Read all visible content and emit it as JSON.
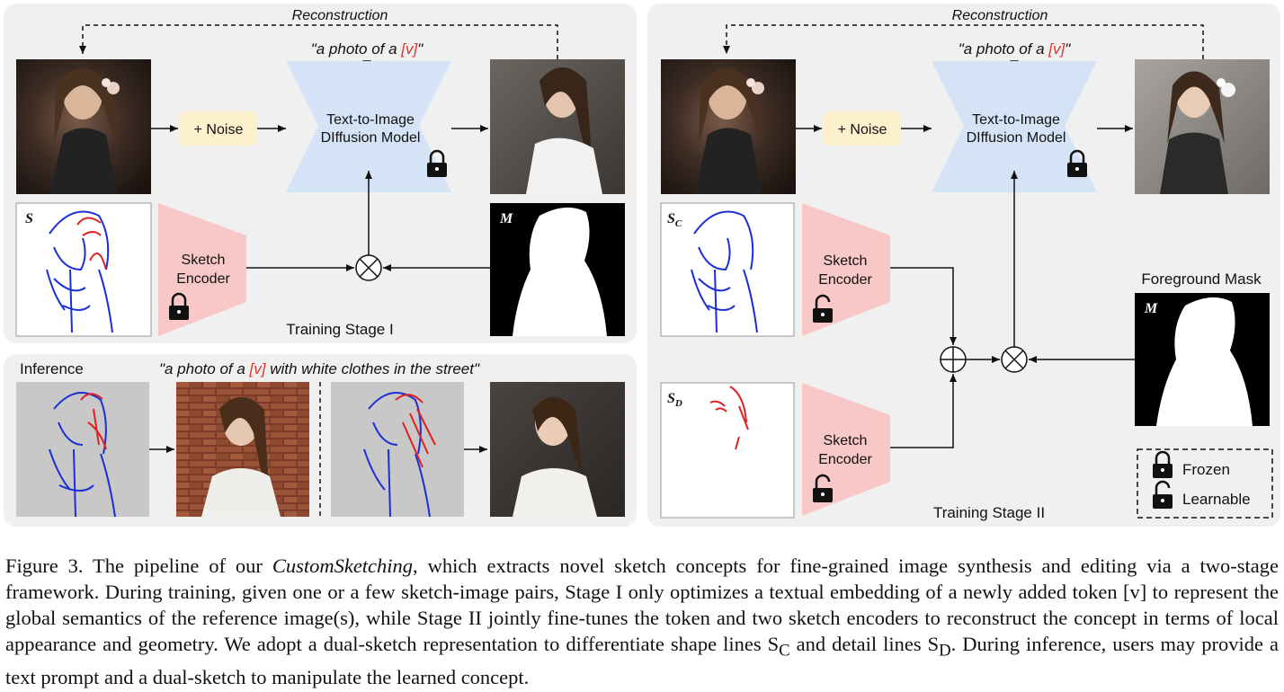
{
  "stage1": {
    "reconstruction": "Reconstruction",
    "prompt_pre": "\"a photo of a ",
    "token": "[v]",
    "prompt_post": "\"",
    "noise": "+ Noise",
    "model_line1": "Text-to-Image",
    "model_line2": "DIffusion Model",
    "encoder_line1": "Sketch",
    "encoder_line2": "Encoder",
    "sketch_label": "S",
    "mask_label": "M",
    "stage_label": "Training Stage I"
  },
  "inference": {
    "label": "Inference",
    "prompt_pre": "\"a photo of a ",
    "token": "[v]",
    "prompt_post": " with white clothes in the street\""
  },
  "stage2": {
    "reconstruction": "Reconstruction",
    "prompt_pre": "\"a photo of a ",
    "token": "[v]",
    "prompt_post": "\"",
    "noise": "+ Noise",
    "model_line1": "Text-to-Image",
    "model_line2": "DIffusion Model",
    "encoder_line1": "Sketch",
    "encoder_line2": "Encoder",
    "sc_label": "S",
    "sc_sub": "C",
    "sd_label": "S",
    "sd_sub": "D",
    "fg_mask": "Foreground Mask",
    "mask_label": "M",
    "legend_frozen": "Frozen",
    "legend_learnable": "Learnable",
    "stage_label": "Training Stage II"
  },
  "caption": {
    "p1": "Figure 3. The pipeline of our ",
    "p2": "CustomSketching",
    "p3": ", which extracts novel sketch concepts for fine-grained image synthesis and editing via a two-stage framework. During training, given one or a few sketch-image pairs, Stage I only optimizes a textual embedding of a newly added token [v] to represent the global semantics of the reference image(s), while Stage II jointly fine-tunes the token and two sketch encoders to reconstruct the concept in terms of local appearance and geometry. We adopt a dual-sketch representation to differentiate shape lines S",
    "p4": "C",
    "p5": " and detail lines S",
    "p6": "D",
    "p7": ". During inference, users may provide a text prompt and a dual-sketch to manipulate the learned concept."
  },
  "colors": {
    "panel": "#f0f0f0",
    "noise_box": "#fdf0cc",
    "model": "#d5e3f7",
    "encoder": "#f8c7c7",
    "token": "#e03030",
    "sketch_blue": "#1a2fd6",
    "sketch_red": "#e02020"
  }
}
